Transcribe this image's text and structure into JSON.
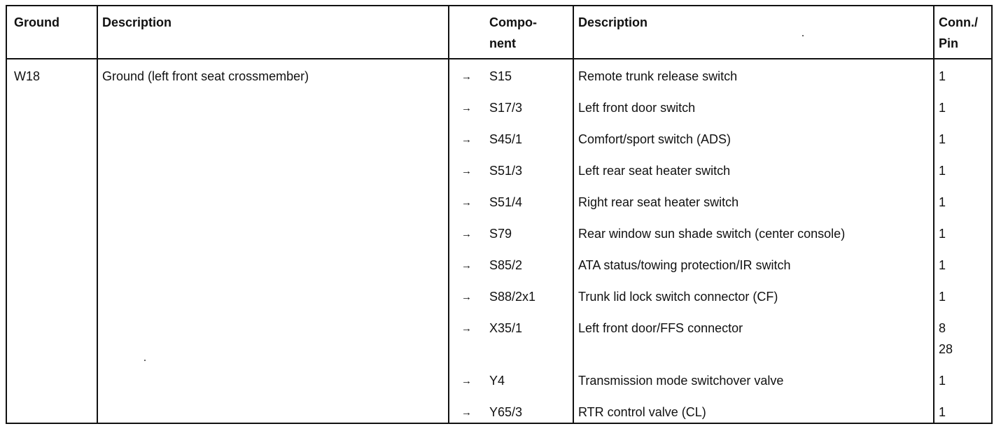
{
  "headers": {
    "ground": "Ground",
    "description": "Description",
    "component": [
      "Compo-",
      "nent"
    ],
    "component_description": "Description",
    "conn_pin": [
      "Conn./",
      "Pin"
    ]
  },
  "ground": {
    "id": "W18",
    "description": "Ground (left front seat crossmember)"
  },
  "arrow_glyph": "→",
  "rows": [
    {
      "component": "S15",
      "description": "Remote trunk release switch",
      "pins": [
        "1"
      ]
    },
    {
      "component": "S17/3",
      "description": "Left front door switch",
      "pins": [
        "1"
      ]
    },
    {
      "component": "S45/1",
      "description": "Comfort/sport switch (ADS)",
      "pins": [
        "1"
      ]
    },
    {
      "component": "S51/3",
      "description": "Left rear seat heater switch",
      "pins": [
        "1"
      ]
    },
    {
      "component": "S51/4",
      "description": "Right rear seat heater switch",
      "pins": [
        "1"
      ]
    },
    {
      "component": "S79",
      "description": "Rear window sun shade switch (center console)",
      "pins": [
        "1"
      ]
    },
    {
      "component": "S85/2",
      "description": "ATA status/towing protection/IR switch",
      "pins": [
        "1"
      ]
    },
    {
      "component": "S88/2x1",
      "description": "Trunk lid lock switch connector (CF)",
      "pins": [
        "1"
      ]
    },
    {
      "component": "X35/1",
      "description": "Left front door/FFS connector",
      "pins": [
        "8",
        "28"
      ]
    },
    {
      "component": "Y4",
      "description": "Transmission mode switchover valve",
      "pins": [
        "1"
      ]
    },
    {
      "component": "Y65/3",
      "description": "RTR control valve (CL)",
      "pins": [
        "1"
      ]
    }
  ]
}
